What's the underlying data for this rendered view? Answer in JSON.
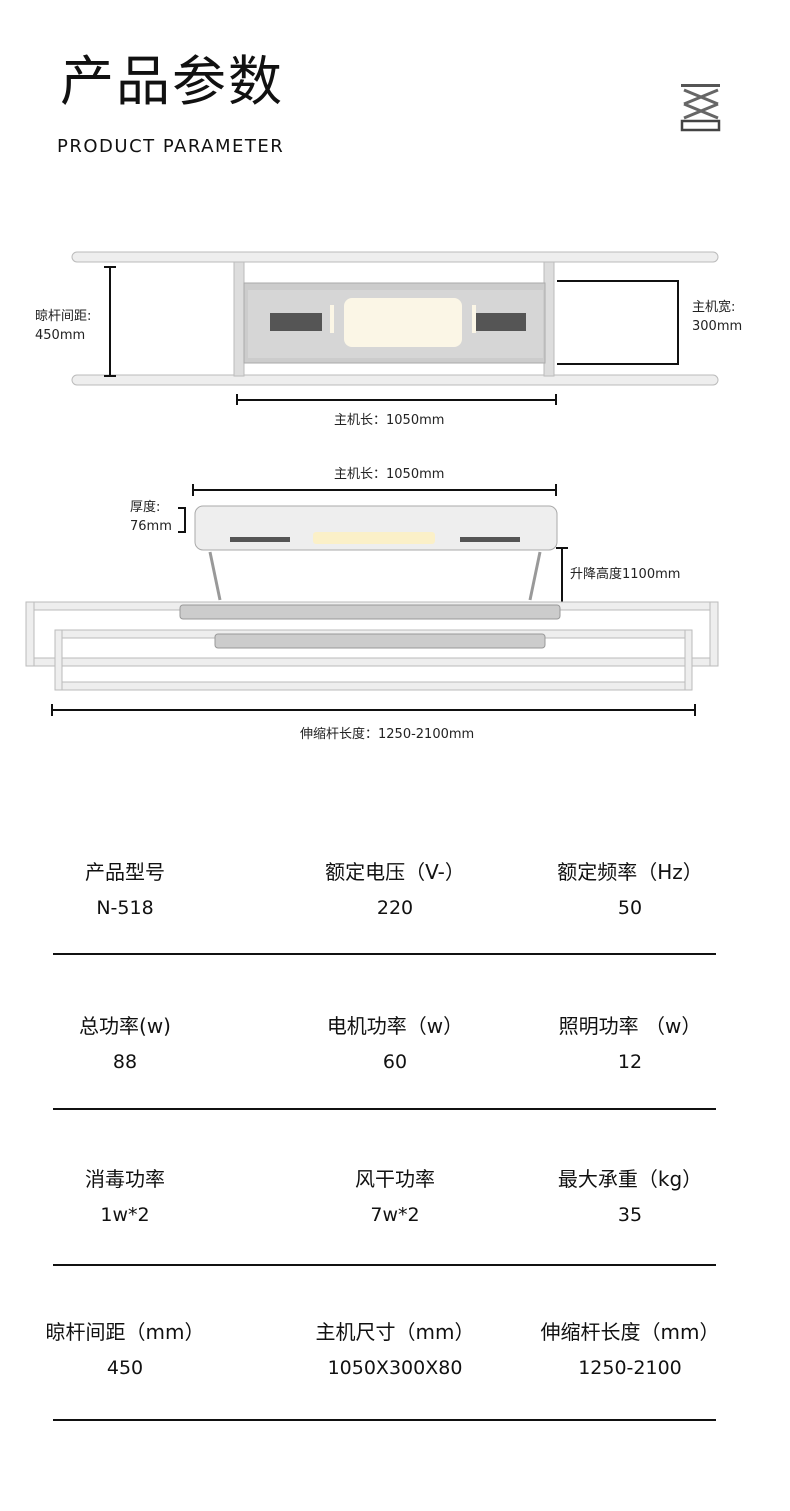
{
  "header": {
    "title": "产品参数",
    "subtitle": "PRODUCT PARAMETER",
    "logo_icon": "scissor-lift-icon"
  },
  "diagram_top": {
    "spacing_label": "晾杆间距:",
    "spacing_value": "450mm",
    "width_label": "主机宽:",
    "width_value": "300mm",
    "length": "主机长：1050mm"
  },
  "diagram_side": {
    "length": "主机长：1050mm",
    "thickness_label": "厚度:",
    "thickness_value": "76mm",
    "lift": "升降高度1100mm",
    "rod_length": "伸缩杆长度：1250-2100mm"
  },
  "specs": [
    [
      {
        "k": "产品型号",
        "v": "N-518"
      },
      {
        "k": "额定电压（V-）",
        "v": "220"
      },
      {
        "k": "额定频率（Hz）",
        "v": "50"
      }
    ],
    [
      {
        "k": "总功率(w)",
        "v": "88"
      },
      {
        "k": "电机功率（w）",
        "v": "60"
      },
      {
        "k": "照明功率 （w）",
        "v": "12"
      }
    ],
    [
      {
        "k": "消毒功率",
        "v": "1w*2"
      },
      {
        "k": "风干功率",
        "v": "7w*2"
      },
      {
        "k": "最大承重（kg）",
        "v": "35"
      }
    ],
    [
      {
        "k": "晾杆间距（mm）",
        "v": "450"
      },
      {
        "k": "主机尺寸（mm）",
        "v": "1050X300X80"
      },
      {
        "k": "伸缩杆长度（mm）",
        "v": "1250-2100"
      }
    ]
  ]
}
